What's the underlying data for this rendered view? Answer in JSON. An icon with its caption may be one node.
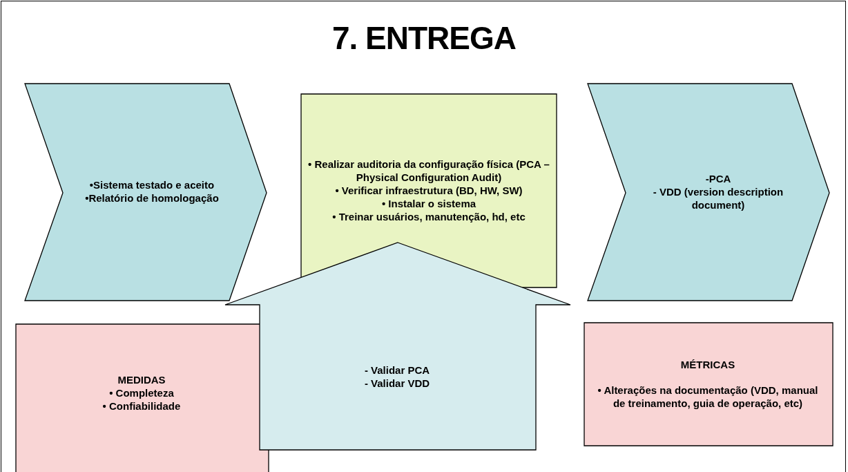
{
  "diagram": {
    "title": "7. ENTREGA",
    "nodes": [
      {
        "text": [
          "•Sistema testado e aceito",
          "•Relatório de homologação"
        ]
      },
      {
        "text": [
          "• Realizar auditoria da configuração física (PCA – Physical Configuration Audit)",
          "• Verificar infraestrutura (BD, HW, SW)",
          "• Instalar o sistema",
          "• Treinar usuários, manutenção, hd, etc"
        ]
      },
      {
        "text": [
          "-PCA",
          "- VDD (version description document)"
        ]
      },
      {
        "text": [
          "MEDIDAS",
          "• Completeza",
          "• Confiabilidade"
        ]
      },
      {
        "text": [
          "- Validar PCA",
          "- Validar VDD"
        ]
      },
      {
        "text": [
          "MÉTRICAS",
          "• Alterações na documentação (VDD, manual de treinamento, guia de operação, etc)"
        ]
      }
    ]
  }
}
